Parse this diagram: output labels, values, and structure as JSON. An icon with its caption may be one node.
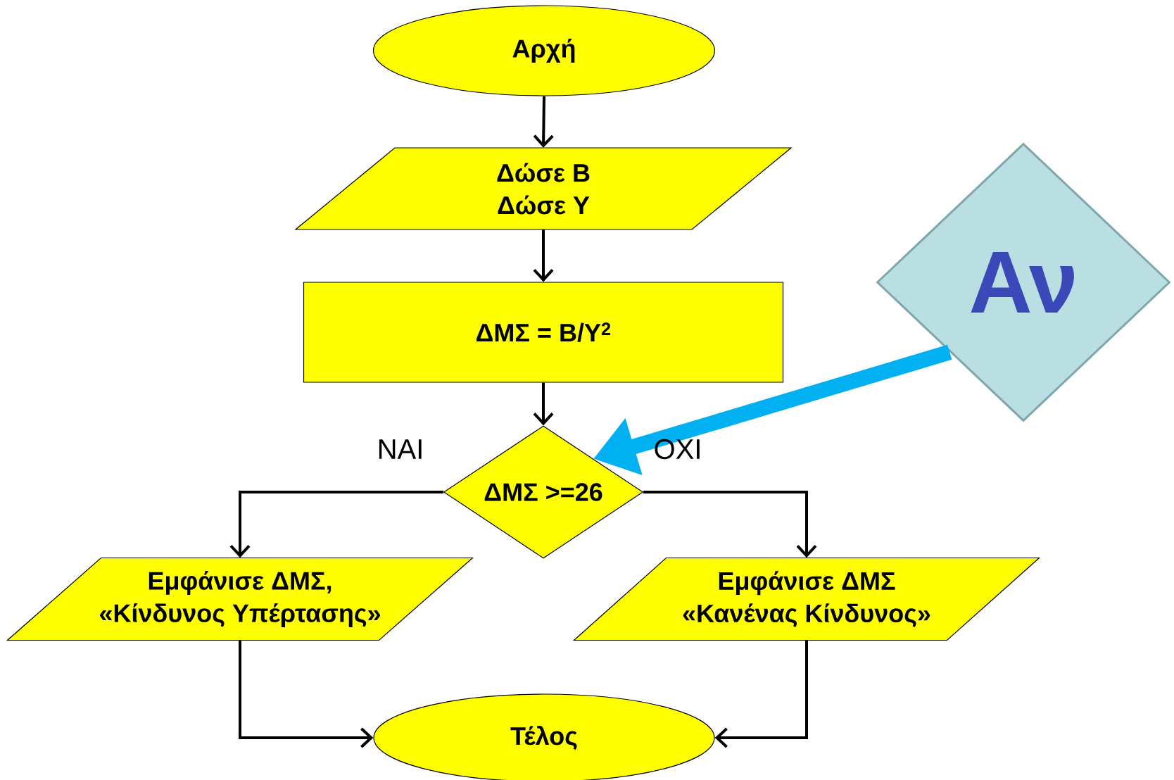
{
  "diagram": {
    "nodes": [
      {
        "text": [
          "Αρχή"
        ]
      },
      {
        "text": [
          "Δώσε Β",
          "Δώσε Υ"
        ]
      },
      {
        "text": [
          "ΔΜΣ = Β/Υ$^{2}$"
        ]
      },
      {
        "text": [
          "ΔΜΣ >=26"
        ]
      },
      {
        "text": [
          "Εμφάνισε ΔΜΣ,",
          "«Κίνδυνος Υπέρτασης»"
        ]
      },
      {
        "text": [
          "Εμφάνισε ΔΜΣ",
          "«Κανένας Κίνδυνος»"
        ]
      },
      {
        "text": [
          "Τέλος"
        ]
      },
      {
        "text": [
          "Αν"
        ]
      }
    ],
    "edges": [
      {
        "from": 0,
        "to": 1,
        "arrow": "to"
      },
      {
        "from": 1,
        "to": 2,
        "arrow": "to"
      },
      {
        "from": 2,
        "to": 3,
        "arrow": "to"
      },
      {
        "from": 3,
        "to": 4,
        "arrow": "to",
        "label": "ΝΑΙ"
      },
      {
        "from": 3,
        "to": 5,
        "arrow": "to",
        "label": "ΟΧΙ"
      },
      {
        "from": 4,
        "to": 6,
        "arrow": "to"
      },
      {
        "from": 5,
        "to": 6,
        "arrow": "to"
      },
      {
        "from": 7,
        "to": 3,
        "arrow": "to",
        "style": "thick",
        "color": "#00b0f0"
      }
    ]
  }
}
